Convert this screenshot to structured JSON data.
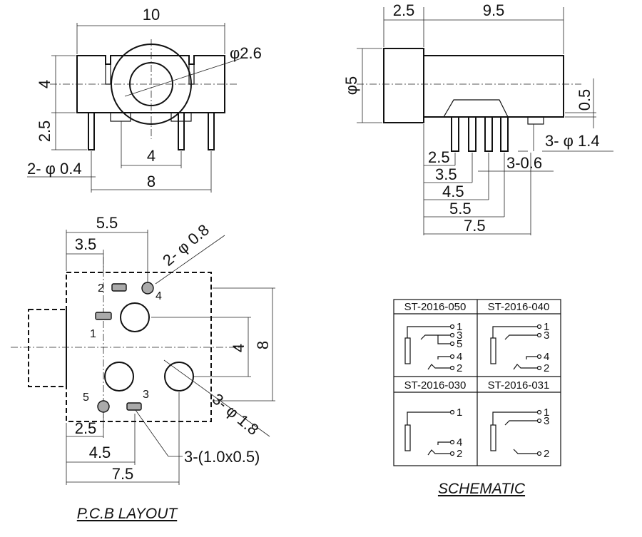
{
  "front_view": {
    "width": "10",
    "height_body": "4",
    "height_pin": "2.5",
    "hole_dia": "φ2.6",
    "pin_spacing": "4",
    "pin_span": "8",
    "pin_dia": "2- φ 0.4"
  },
  "side_view": {
    "front_len": "2.5",
    "body_len": "9.5",
    "dia": "φ5",
    "offset": "0.5",
    "pin_dia": "3- φ 1.4",
    "pin_width": "3-0.6",
    "dims": [
      "2.5",
      "3.5",
      "4.5",
      "5.5",
      "7.5"
    ]
  },
  "pcb_layout": {
    "top_5_5": "5.5",
    "top_3_5": "3.5",
    "hole_small": "2- φ 0.8",
    "right_8": "8",
    "right_4": "4",
    "hole_large": "3- φ 1.8",
    "slot": "3-(1.0x0.5)",
    "bottom_2_5": "2.5",
    "bottom_4_5": "4.5",
    "bottom_7_5": "7.5",
    "pins": {
      "p1": "1",
      "p2": "2",
      "p3": "3",
      "p4": "4",
      "p5": "5"
    },
    "caption": "P.C.B LAYOUT"
  },
  "schematic": {
    "caption": "SCHEMATIC",
    "cells": [
      {
        "model": "ST-2016-050",
        "pins": [
          "1",
          "3",
          "5",
          "4",
          "2"
        ]
      },
      {
        "model": "ST-2016-040",
        "pins": [
          "1",
          "3",
          "4",
          "2"
        ]
      },
      {
        "model": "ST-2016-030",
        "pins": [
          "1",
          "4",
          "2"
        ]
      },
      {
        "model": "ST-2016-031",
        "pins": [
          "1",
          "3",
          "2"
        ]
      }
    ]
  }
}
